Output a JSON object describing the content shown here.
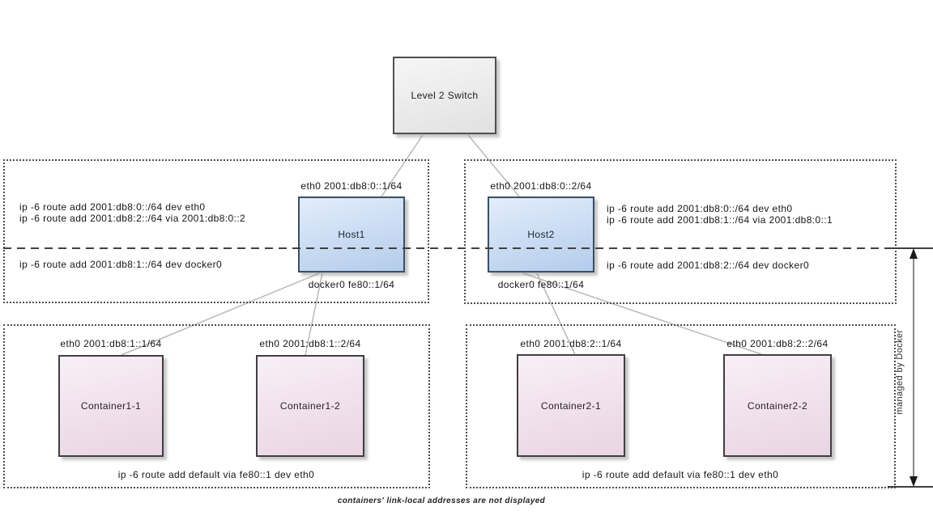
{
  "switch": {
    "label": "Level 2 Switch"
  },
  "hosts": [
    {
      "name": "Host1",
      "eth0_label": "eth0 2001:db8:0::1/64",
      "docker0_label": "docker0 fe80::1/64",
      "route1": "ip -6 route add 2001:db8:0::/64 dev eth0",
      "route2": "ip -6 route add 2001:db8:2::/64 via 2001:db8:0::2",
      "route_docker": "ip -6 route add 2001:db8:1::/64 dev docker0"
    },
    {
      "name": "Host2",
      "eth0_label": "eth0 2001:db8:0::2/64",
      "docker0_label": "docker0 fe80::1/64",
      "route1": "ip -6 route add 2001:db8:0::/64 dev eth0",
      "route2": "ip -6 route add 2001:db8:1::/64 via 2001:db8:0::1",
      "route_docker": "ip -6 route add 2001:db8:2::/64 dev docker0"
    }
  ],
  "container_groups": [
    {
      "default_route": "ip -6 route add default via fe80::1 dev eth0",
      "containers": [
        {
          "name": "Container1-1",
          "eth0_label": "eth0 2001:db8:1::1/64"
        },
        {
          "name": "Container1-2",
          "eth0_label": "eth0 2001:db8:1::2/64"
        }
      ]
    },
    {
      "default_route": "ip -6 route add default via fe80::1 dev eth0",
      "containers": [
        {
          "name": "Container2-1",
          "eth0_label": "eth0 2001:db8:2::1/64"
        },
        {
          "name": "Container2-2",
          "eth0_label": "eth0 2001:db8:2::2/64"
        }
      ]
    }
  ],
  "annotations": {
    "managed_by": "managed by Docker",
    "footnote": "containers' link-local addresses are not displayed"
  },
  "colors": {
    "host_border": "#3a4f63",
    "host_top": "#e3edfb",
    "host_bottom": "#b4ccec",
    "container_border": "#3f3f3f",
    "container_top": "#f8eff6",
    "container_bottom": "#e9d4e3",
    "switch_border": "#4f4f4f",
    "switch_top": "#f6f6f6",
    "switch_bottom": "#e1e1e1",
    "connector": "#b9b9b9",
    "dash": "#404040",
    "arrow_line": "#8a8a8a"
  }
}
